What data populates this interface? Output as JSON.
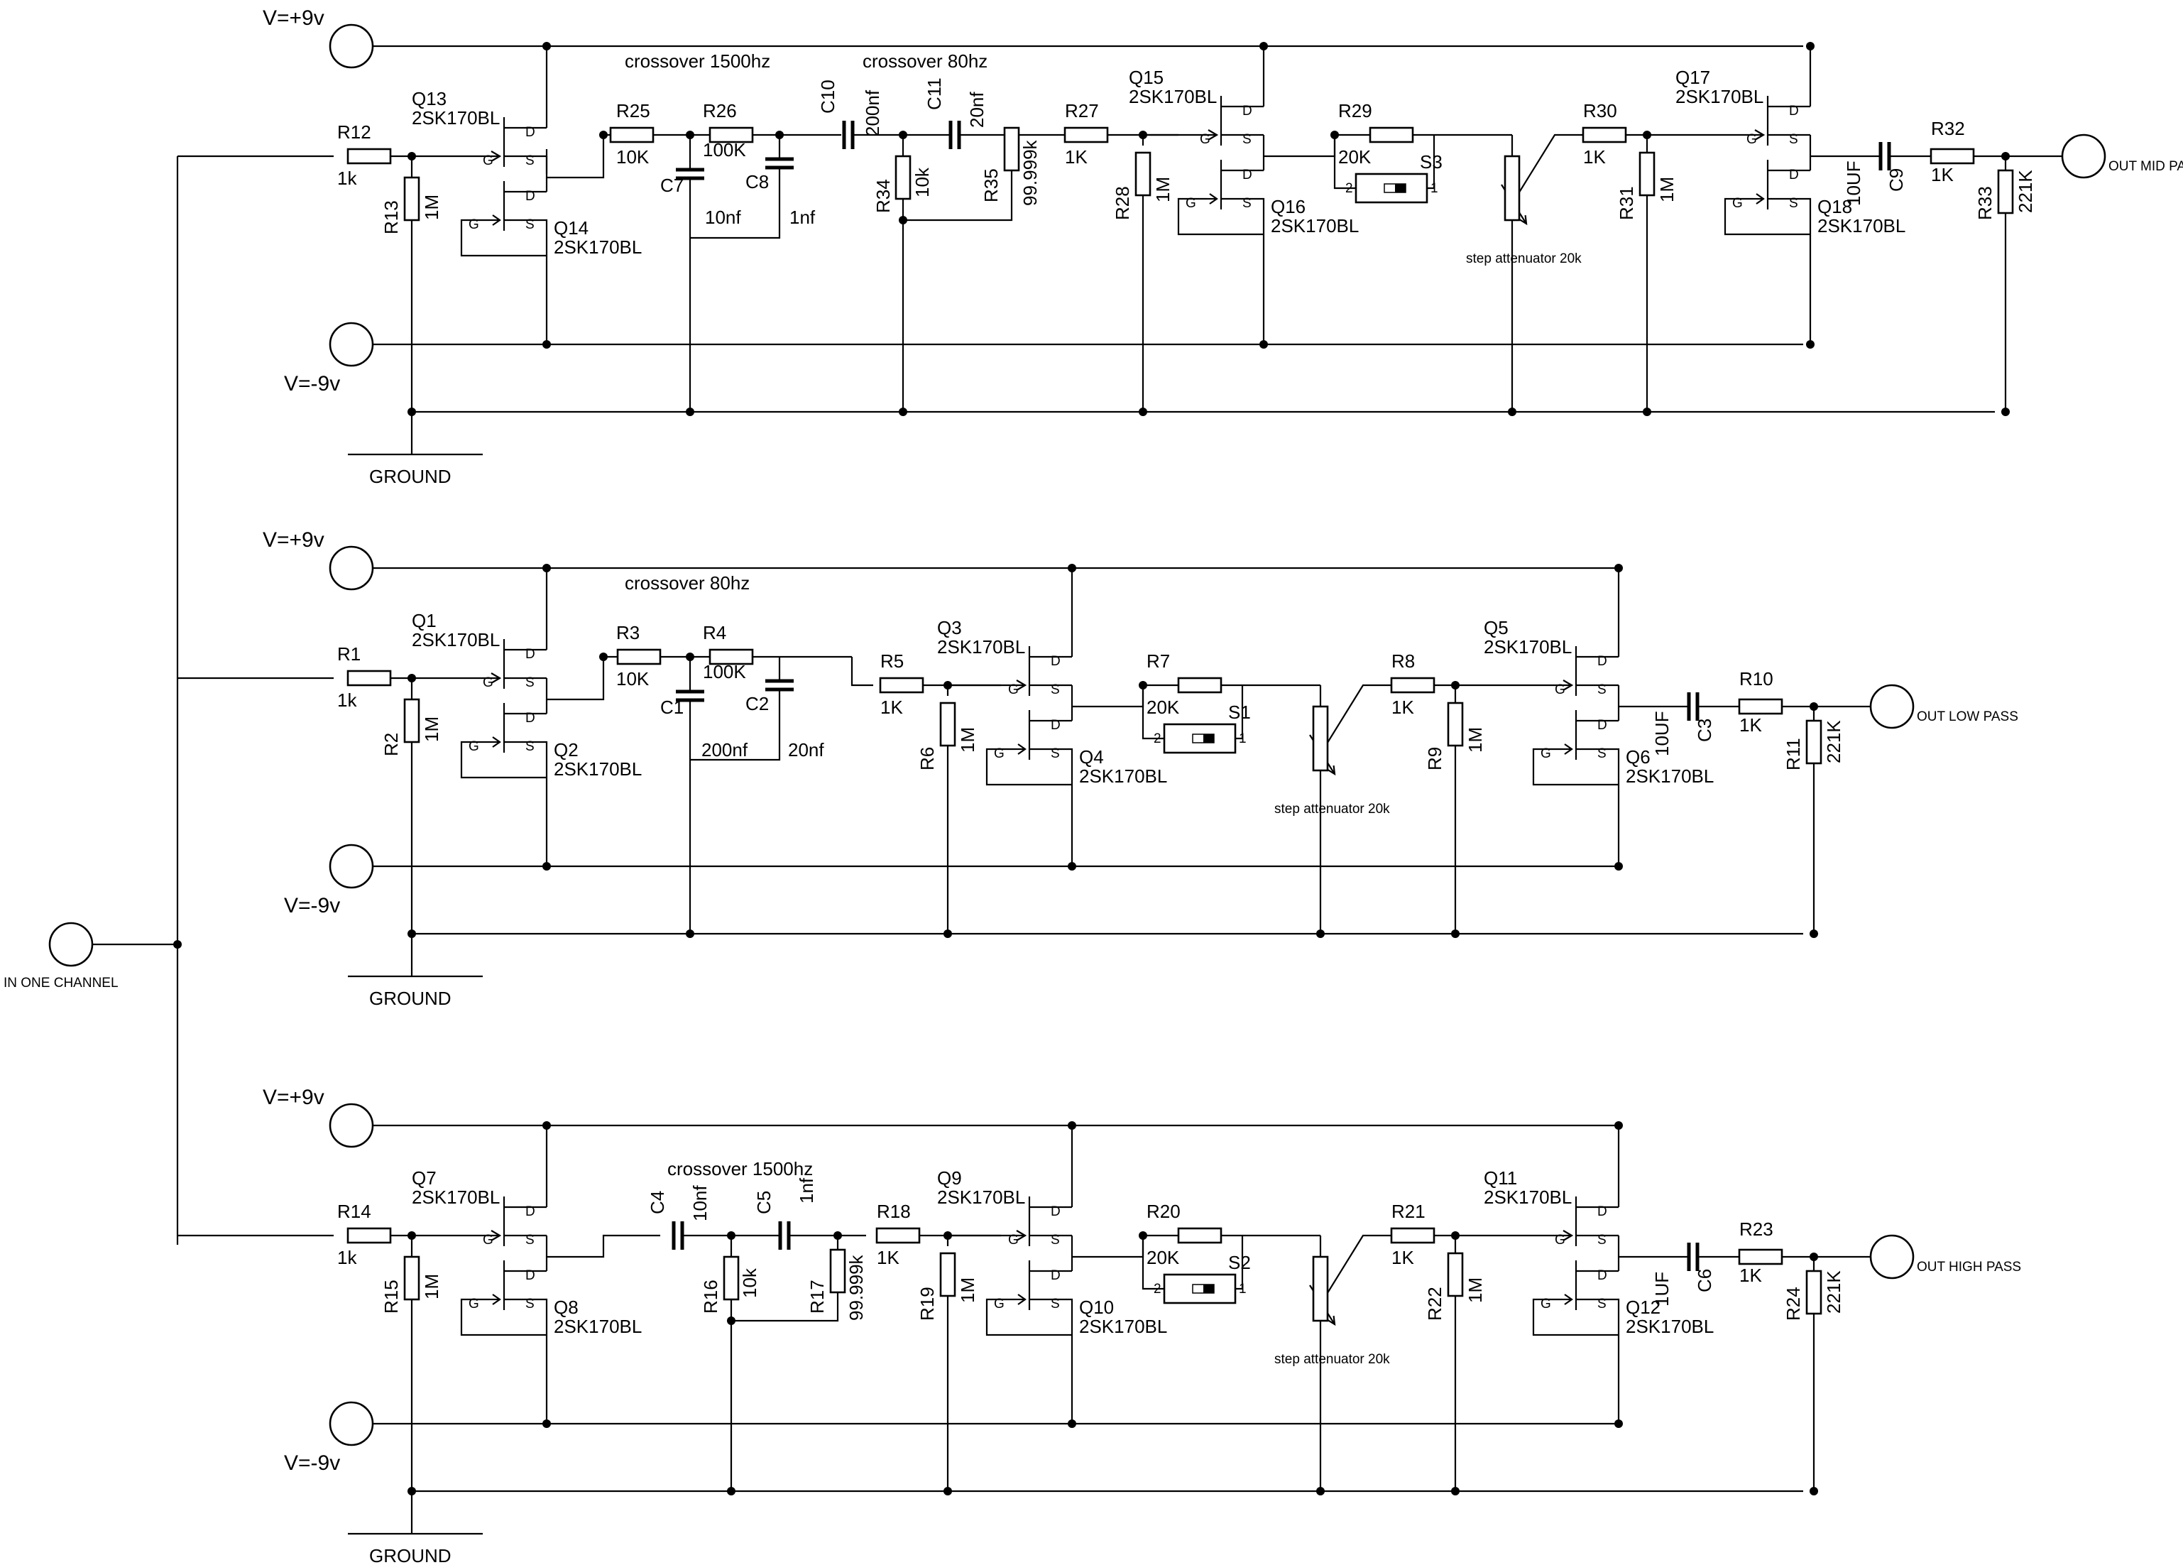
{
  "colors": {
    "wire": "#000000",
    "background": "#ffffff"
  },
  "input": {
    "label": "IN ONE CHANNEL"
  },
  "rows": [
    {
      "id": "mid",
      "vplus": "V=+9v",
      "vminus": "V=-9v",
      "ground": "GROUND",
      "crossover_a": "crossover 1500hz",
      "crossover_b": "crossover 80hz",
      "q_in_top": {
        "ref": "Q13",
        "part": "2SK170BL"
      },
      "q_in_bot": {
        "ref": "Q14",
        "part": "2SK170BL"
      },
      "q_mid_top": {
        "ref": "Q15",
        "part": "2SK170BL"
      },
      "q_mid_bot": {
        "ref": "Q16",
        "part": "2SK170BL"
      },
      "q_out_top": {
        "ref": "Q17",
        "part": "2SK170BL"
      },
      "q_out_bot": {
        "ref": "Q18",
        "part": "2SK170BL"
      },
      "r_in": {
        "ref": "R12",
        "value": "1k"
      },
      "r_in_sh": {
        "ref": "R13",
        "value": "1M"
      },
      "r_a": {
        "ref": "R25",
        "value": "10K"
      },
      "r_b": {
        "ref": "R26",
        "value": "100K"
      },
      "c_a": {
        "ref": "C7",
        "value": "10nf"
      },
      "c_b": {
        "ref": "C8",
        "value": "1nf"
      },
      "c_hp1": {
        "ref": "C10",
        "value": "200nf"
      },
      "c_hp2": {
        "ref": "C11",
        "value": "20nf"
      },
      "r_hp1": {
        "ref": "R34",
        "value": "10k"
      },
      "r_hp2": {
        "ref": "R35",
        "value": "99.999k"
      },
      "r_mid_ser": {
        "ref": "R27",
        "value": "1K"
      },
      "r_mid_sh": {
        "ref": "R28",
        "value": "1M"
      },
      "r_sw": {
        "ref": "R29",
        "value": "20K"
      },
      "switch": {
        "ref": "S3",
        "pin_a": "2",
        "pin_b": "1"
      },
      "attenuator": "step attenuator 20k",
      "r_out_ser": {
        "ref": "R30",
        "value": "1K"
      },
      "r_out_sh": {
        "ref": "R31",
        "value": "1M"
      },
      "c_out": {
        "ref": "C9",
        "value": "10UF"
      },
      "r_final": {
        "ref": "R32",
        "value": "1K"
      },
      "r_load": {
        "ref": "R33",
        "value": "221K"
      },
      "output": "OUT MID PASS"
    },
    {
      "id": "low",
      "vplus": "V=+9v",
      "vminus": "V=-9v",
      "ground": "GROUND",
      "crossover_a": "crossover 80hz",
      "q_in_top": {
        "ref": "Q1",
        "part": "2SK170BL"
      },
      "q_in_bot": {
        "ref": "Q2",
        "part": "2SK170BL"
      },
      "q_mid_top": {
        "ref": "Q3",
        "part": "2SK170BL"
      },
      "q_mid_bot": {
        "ref": "Q4",
        "part": "2SK170BL"
      },
      "q_out_top": {
        "ref": "Q5",
        "part": "2SK170BL"
      },
      "q_out_bot": {
        "ref": "Q6",
        "part": "2SK170BL"
      },
      "r_in": {
        "ref": "R1",
        "value": "1k"
      },
      "r_in_sh": {
        "ref": "R2",
        "value": "1M"
      },
      "r_a": {
        "ref": "R3",
        "value": "10K"
      },
      "r_b": {
        "ref": "R4",
        "value": "100K"
      },
      "c_a": {
        "ref": "C1",
        "value": "200nf"
      },
      "c_b": {
        "ref": "C2",
        "value": "20nf"
      },
      "r_mid_ser": {
        "ref": "R5",
        "value": "1K"
      },
      "r_mid_sh": {
        "ref": "R6",
        "value": "1M"
      },
      "r_sw": {
        "ref": "R7",
        "value": "20K"
      },
      "switch": {
        "ref": "S1",
        "pin_a": "2",
        "pin_b": "1"
      },
      "attenuator": "step attenuator 20k",
      "r_out_ser": {
        "ref": "R8",
        "value": "1K"
      },
      "r_out_sh": {
        "ref": "R9",
        "value": "1M"
      },
      "c_out": {
        "ref": "C3",
        "value": "10UF"
      },
      "r_final": {
        "ref": "R10",
        "value": "1K"
      },
      "r_load": {
        "ref": "R11",
        "value": "221K"
      },
      "output": "OUT LOW PASS"
    },
    {
      "id": "high",
      "vplus": "V=+9v",
      "vminus": "V=-9v",
      "ground": "GROUND",
      "crossover_a": "crossover 1500hz",
      "q_in_top": {
        "ref": "Q7",
        "part": "2SK170BL"
      },
      "q_in_bot": {
        "ref": "Q8",
        "part": "2SK170BL"
      },
      "q_mid_top": {
        "ref": "Q9",
        "part": "2SK170BL"
      },
      "q_mid_bot": {
        "ref": "Q10",
        "part": "2SK170BL"
      },
      "q_out_top": {
        "ref": "Q11",
        "part": "2SK170BL"
      },
      "q_out_bot": {
        "ref": "Q12",
        "part": "2SK170BL"
      },
      "r_in": {
        "ref": "R14",
        "value": "1k"
      },
      "r_in_sh": {
        "ref": "R15",
        "value": "1M"
      },
      "c_hp1": {
        "ref": "C4",
        "value": "10nf"
      },
      "c_hp2": {
        "ref": "C5",
        "value": "1nf"
      },
      "r_hp1": {
        "ref": "R16",
        "value": "10k"
      },
      "r_hp2": {
        "ref": "R17",
        "value": "99.999k"
      },
      "r_mid_ser": {
        "ref": "R18",
        "value": "1K"
      },
      "r_mid_sh": {
        "ref": "R19",
        "value": "1M"
      },
      "r_sw": {
        "ref": "R20",
        "value": "20K"
      },
      "switch": {
        "ref": "S2",
        "pin_a": "2",
        "pin_b": "1"
      },
      "attenuator": "step attenuator 20k",
      "r_out_ser": {
        "ref": "R21",
        "value": "1K"
      },
      "r_out_sh": {
        "ref": "R22",
        "value": "1M"
      },
      "c_out": {
        "ref": "C6",
        "value": "1UF"
      },
      "r_final": {
        "ref": "R23",
        "value": "1K"
      },
      "r_load": {
        "ref": "R24",
        "value": "221K"
      },
      "output": "OUT HIGH PASS"
    }
  ],
  "pins": {
    "gate": "G",
    "source": "S",
    "drain": "D"
  }
}
